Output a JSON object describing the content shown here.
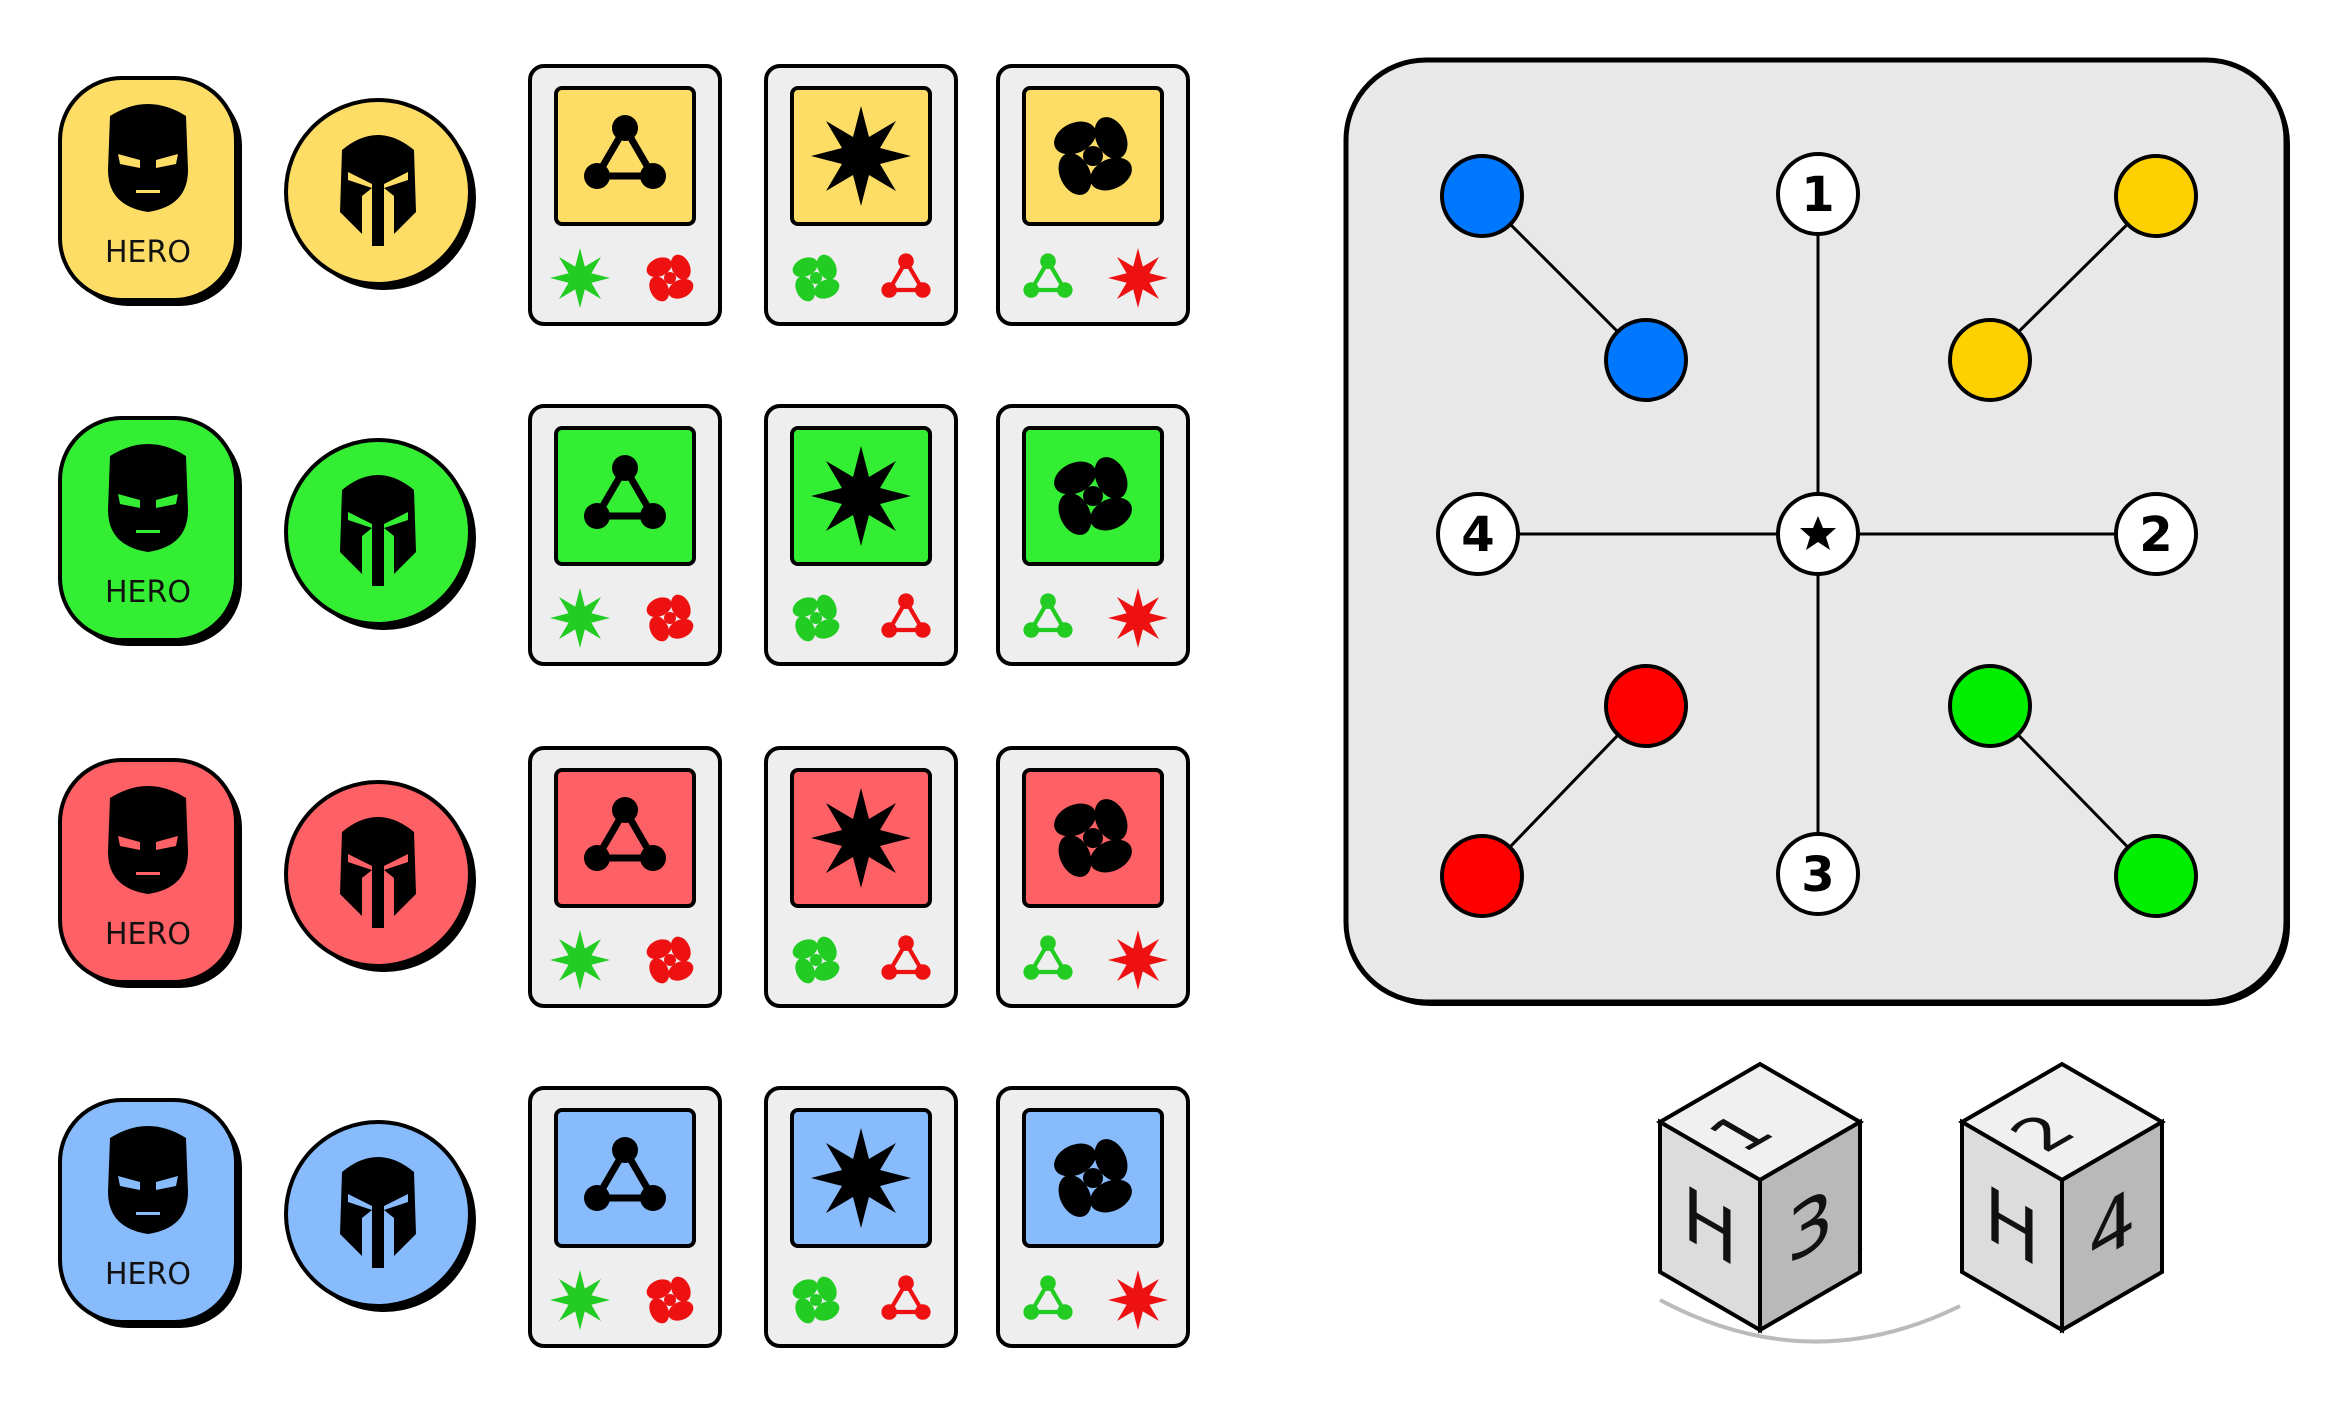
{
  "components": {
    "player_colors": [
      {
        "name": "yellow",
        "hex": "#fddd66"
      },
      {
        "name": "green",
        "hex": "#33ee33"
      },
      {
        "name": "red",
        "hex": "#fd6065"
      },
      {
        "name": "blue",
        "hex": "#88bbfc"
      }
    ],
    "hero_token_label": "HERO",
    "hero_token_icon": "masked-face-icon",
    "helmet_token_icon": "spartan-helmet-icon",
    "card_types": [
      {
        "main_icon": "triangle-nodes-icon",
        "bottom_icons": [
          {
            "icon": "star-burst-icon",
            "color": "#22cc22"
          },
          {
            "icon": "pinwheel-icon",
            "color": "#ee1111"
          }
        ]
      },
      {
        "main_icon": "star-burst-icon",
        "bottom_icons": [
          {
            "icon": "pinwheel-icon",
            "color": "#22cc22"
          },
          {
            "icon": "triangle-nodes-icon",
            "color": "#ee1111"
          }
        ]
      },
      {
        "main_icon": "pinwheel-icon",
        "bottom_icons": [
          {
            "icon": "triangle-nodes-icon",
            "color": "#22cc22"
          },
          {
            "icon": "star-burst-icon",
            "color": "#ee1111"
          }
        ]
      }
    ],
    "card_face_color": "#eeeeee"
  },
  "board": {
    "background": "#e8e8e8",
    "center_icon": "star-icon",
    "numbered_nodes": [
      {
        "label": "1",
        "direction": "top"
      },
      {
        "label": "2",
        "direction": "right"
      },
      {
        "label": "3",
        "direction": "bottom"
      },
      {
        "label": "4",
        "direction": "left"
      }
    ],
    "start_spaces": [
      {
        "color": "#0077ff",
        "corner": "top-left"
      },
      {
        "color": "#ffd000",
        "corner": "top-right"
      },
      {
        "color": "#ff0000",
        "corner": "bottom-left"
      },
      {
        "color": "#00ee00",
        "corner": "bottom-right"
      }
    ]
  },
  "dice": [
    {
      "top": "1",
      "left": "H",
      "right": "3"
    },
    {
      "top": "2",
      "left": "H",
      "right": "4"
    }
  ]
}
